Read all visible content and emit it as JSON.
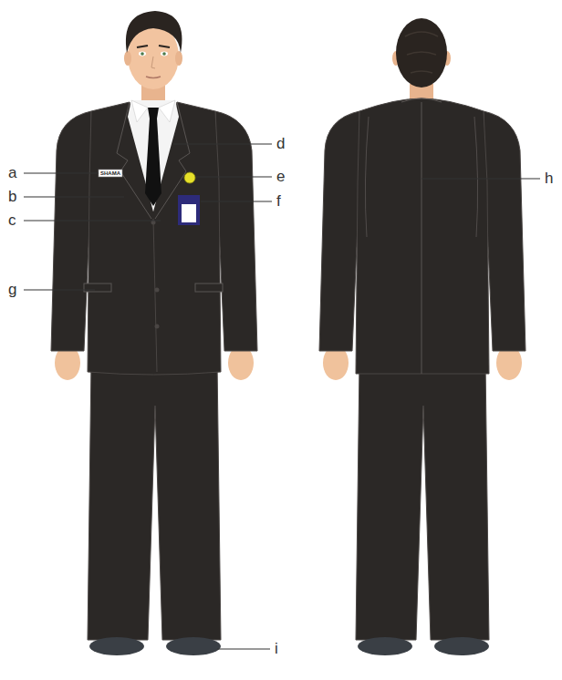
{
  "diagram": {
    "labels": [
      "a",
      "b",
      "c",
      "d",
      "e",
      "f",
      "g",
      "h",
      "i",
      "SHAMA"
    ]
  }
}
